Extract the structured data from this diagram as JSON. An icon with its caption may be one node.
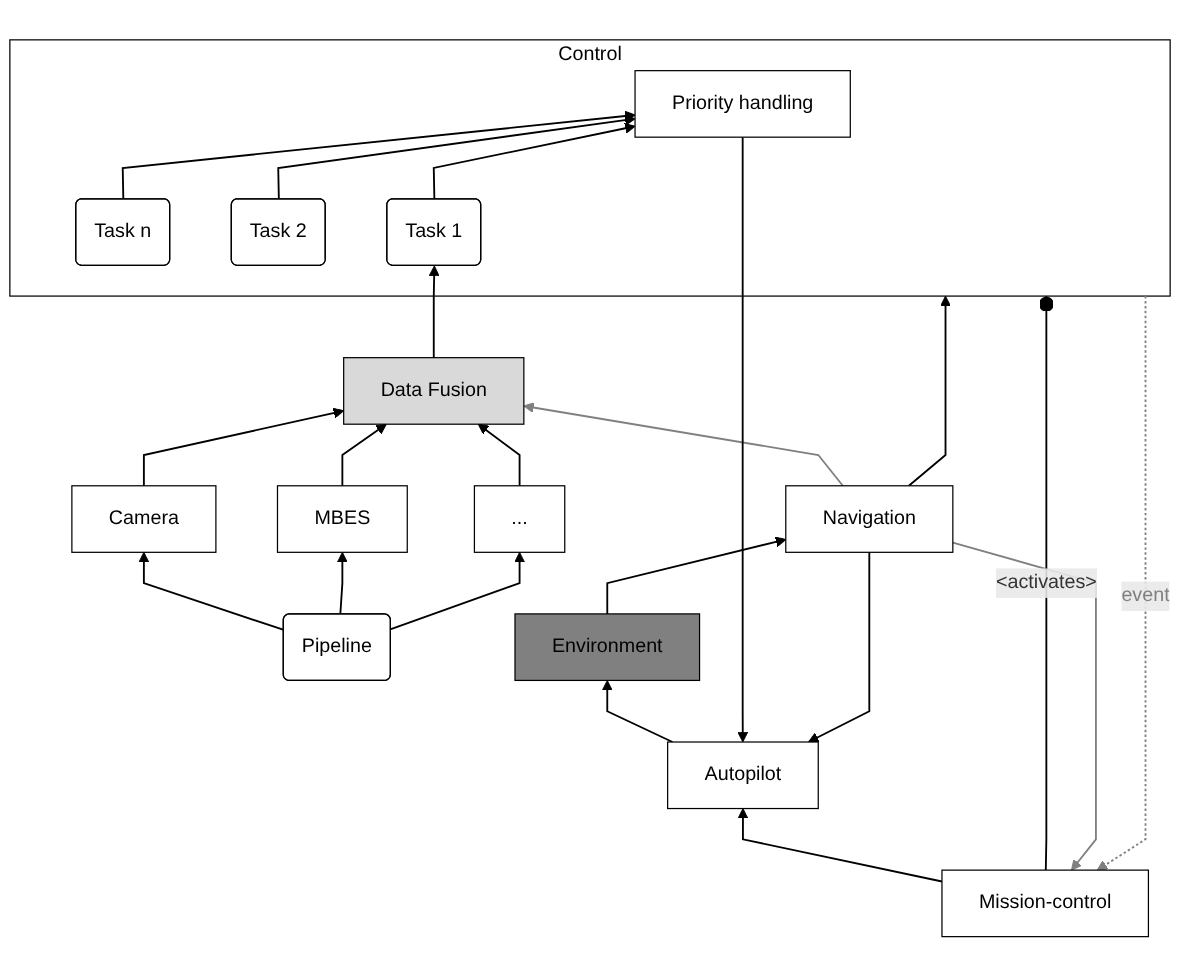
{
  "diagram": {
    "nodes": [
      {
        "text": [
          "Mission-control"
        ]
      },
      {
        "text": [
          "Control"
        ]
      },
      {
        "text": [
          "Task 1"
        ],
        "in": 1
      },
      {
        "text": [
          "Task 2"
        ],
        "in": 1
      },
      {
        "text": [
          "Task n"
        ],
        "in": 1
      },
      {
        "text": [
          "Priority handling"
        ],
        "in": 1
      },
      {
        "text": [
          "Data Fusion"
        ]
      },
      {
        "text": [
          "Camera"
        ]
      },
      {
        "text": [
          "MBES"
        ]
      },
      {
        "text": [
          "..."
        ]
      },
      {
        "text": [
          "Navigation"
        ]
      },
      {
        "text": [
          "Autopilot"
        ]
      },
      {
        "text": [
          "Pipeline"
        ]
      },
      {
        "text": [
          "Environment"
        ]
      }
    ],
    "edges": [
      {
        "from": 10,
        "to": 0,
        "arrow": "to",
        "color": "#808080"
      },
      {
        "from": 1,
        "to": 0,
        "arrow": "to",
        "label": "event",
        "style": "dashed",
        "color": "#808080"
      },
      {
        "from": 0,
        "to": 1,
        "arrow": "other",
        "label": "<activates>"
      },
      {
        "from": 0,
        "to": 11,
        "arrow": "to"
      },
      {
        "from": 6,
        "to": 2,
        "arrow": "to"
      },
      {
        "from": 2,
        "to": 5,
        "arrow": "to"
      },
      {
        "from": 3,
        "to": 5,
        "arrow": "to"
      },
      {
        "from": 4,
        "to": 5,
        "arrow": "to"
      },
      {
        "from": 10,
        "to": 6,
        "arrow": "to",
        "color": "#808080"
      },
      {
        "from": 10,
        "to": 1,
        "arrow": "to"
      },
      {
        "from": 5,
        "to": 11,
        "arrow": "to"
      },
      {
        "from": 7,
        "to": 6,
        "arrow": "to"
      },
      {
        "from": 8,
        "to": 6,
        "arrow": "to"
      },
      {
        "from": 9,
        "to": 6,
        "arrow": "to"
      },
      {
        "from": 12,
        "to": 7,
        "arrow": "to"
      },
      {
        "from": 12,
        "to": 8,
        "arrow": "to"
      },
      {
        "from": 12,
        "to": 9,
        "arrow": "to"
      },
      {
        "from": 10,
        "to": 11,
        "arrow": "to"
      },
      {
        "from": 11,
        "to": 13,
        "arrow": "to"
      },
      {
        "from": 13,
        "to": 10,
        "arrow": "to"
      }
    ]
  }
}
